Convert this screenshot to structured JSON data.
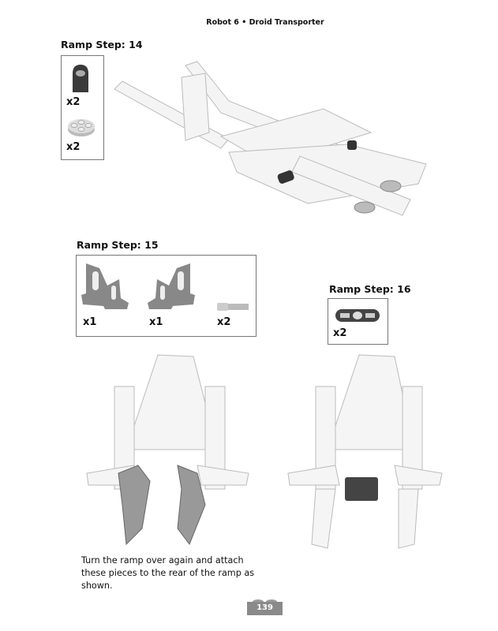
{
  "header": {
    "title": "Robot 6 • Droid Transporter"
  },
  "steps": [
    {
      "title": "Ramp Step: 14",
      "parts": [
        {
          "icon": "half-bush-piece-icon",
          "qty": "x2"
        },
        {
          "icon": "round-plate-piece-icon",
          "qty": "x2"
        }
      ]
    },
    {
      "title": "Ramp Step: 15",
      "parts": [
        {
          "icon": "left-panel-piece-icon",
          "qty": "x1"
        },
        {
          "icon": "right-panel-piece-icon",
          "qty": "x1"
        },
        {
          "icon": "axle-pin-piece-icon",
          "qty": "x2"
        }
      ]
    },
    {
      "title": "Ramp Step: 16",
      "parts": [
        {
          "icon": "beam-piece-icon",
          "qty": "x2"
        }
      ]
    }
  ],
  "instructions": "Turn the ramp over again and attach these pieces to the rear of the ramp as shown.",
  "page_number": "139"
}
